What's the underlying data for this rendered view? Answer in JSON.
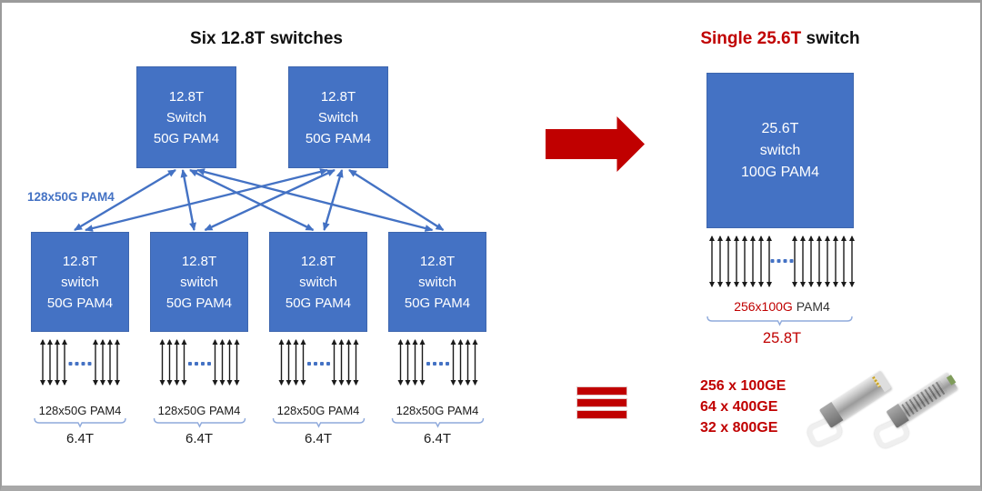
{
  "header": {
    "left_title": "Six 12.8T switches",
    "right_title_highlight": "Single 25.6T",
    "right_title_rest": " switch"
  },
  "left_diagram": {
    "interconnect_label": "128x50G PAM4",
    "top_switches": [
      {
        "lines": [
          "12.8T",
          "Switch",
          "50G PAM4"
        ]
      },
      {
        "lines": [
          "12.8T",
          "Switch",
          "50G PAM4"
        ]
      }
    ],
    "leaf_switches": [
      {
        "lines": [
          "12.8T",
          "switch",
          "50G PAM4"
        ],
        "ports_label": "128x50G PAM4",
        "bandwidth": "6.4T"
      },
      {
        "lines": [
          "12.8T",
          "switch",
          "50G PAM4"
        ],
        "ports_label": "128x50G PAM4",
        "bandwidth": "6.4T"
      },
      {
        "lines": [
          "12.8T",
          "switch",
          "50G PAM4"
        ],
        "ports_label": "128x50G PAM4",
        "bandwidth": "6.4T"
      },
      {
        "lines": [
          "12.8T",
          "switch",
          "50G PAM4"
        ],
        "ports_label": "128x50G PAM4",
        "bandwidth": "6.4T"
      }
    ],
    "lanes_per_group": 4,
    "ellipsis_dots": 4
  },
  "right_diagram": {
    "switch_lines": [
      "25.6T",
      "switch",
      "100G PAM4"
    ],
    "ports_label_highlight": "256x100G",
    "ports_label_rest": " PAM4",
    "bandwidth": "25.8T",
    "lanes_per_group": 8,
    "ellipsis_dots": 4,
    "equivalents": [
      "256 x 100GE",
      "64 x 400GE",
      "32 x 800GE"
    ]
  },
  "icons": {
    "transform_arrow": "right-arrow",
    "equivalence": "triple-bar-equivalence",
    "transceivers": [
      "qsfp-transceiver",
      "qsfp-transceiver"
    ]
  },
  "colors": {
    "box_blue": "#4472C4",
    "accent_red": "#C00000",
    "brace_blue": "#8FAADC",
    "lane_black": "#1a1a1a"
  }
}
